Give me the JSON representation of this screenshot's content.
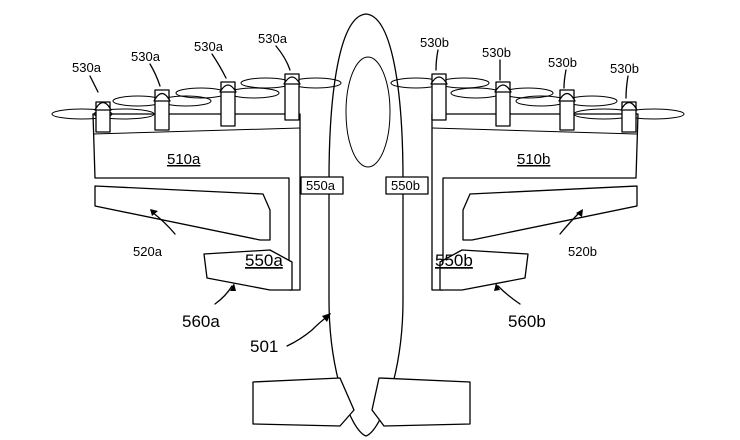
{
  "labels": {
    "rotor_left": "530a",
    "rotor_right": "530b",
    "wing_left": "510a",
    "wing_right": "510b",
    "flap_left": "520a",
    "flap_right": "520b",
    "pod_left_small": "550a",
    "pod_right_small": "550b",
    "pod_left_big": "550a",
    "pod_right_big": "550b",
    "aileron_left": "560a",
    "aileron_right": "560b",
    "fuselage": "501"
  }
}
